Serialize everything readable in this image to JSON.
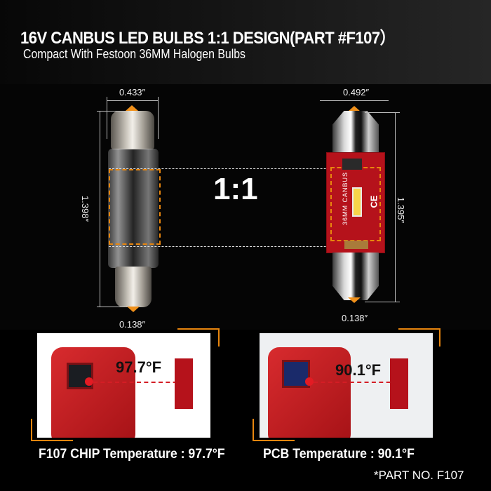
{
  "header": {
    "title": "16V CANBUS LED BULBS 1:1 DESIGN(PART #F107）",
    "subtitle": "Compact With Festoon 36MM Halogen Bulbs"
  },
  "comparison": {
    "ratio_label": "1:1",
    "halogen_bulb": {
      "width_label": "0.433″",
      "length_label": "1.398″",
      "tip_label": "0.138″"
    },
    "led_bulb": {
      "width_label": "0.492″",
      "length_label": "1.395″",
      "tip_label": "0.138″",
      "pcb_text": "36MM CANBUS",
      "ce_mark": "CE"
    }
  },
  "tests": [
    {
      "reading": "97.7°F",
      "caption": "F107 CHIP Temperature : 97.7°F"
    },
    {
      "reading": "90.1°F",
      "caption": "PCB Temperature : 90.1°F"
    }
  ],
  "footer": {
    "part_no": "*PART NO. F107"
  },
  "colors": {
    "accent_orange": "#e8860e",
    "pcb_red": "#b5121b",
    "laser_red": "#d41d25"
  }
}
